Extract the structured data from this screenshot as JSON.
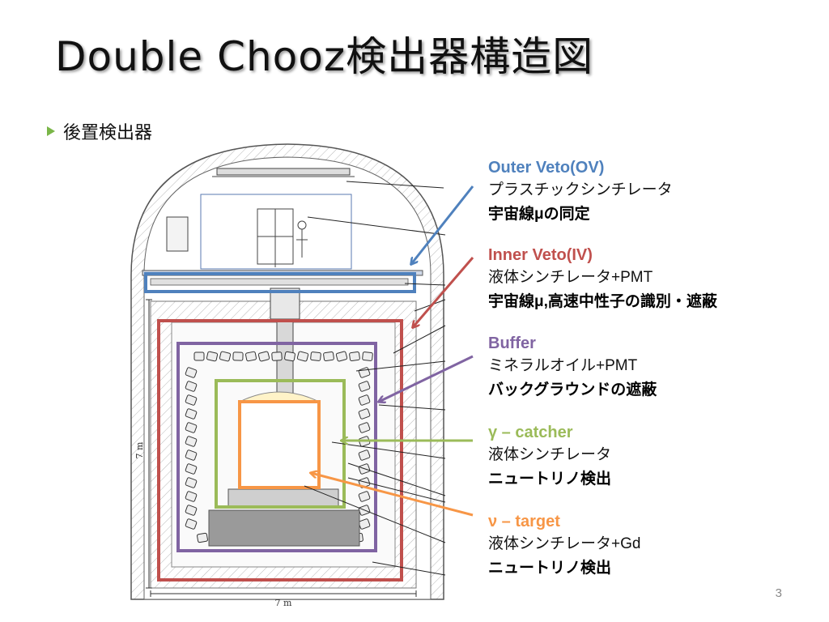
{
  "title": "Double Chooz検出器構造図",
  "bullet": "後置検出器",
  "page_number": "3",
  "dimensions": {
    "height_label": "7 m",
    "width_label": "7 m"
  },
  "colors": {
    "ov": "#4f81bd",
    "iv": "#c0504d",
    "buffer": "#8064a2",
    "gamma": "#9bbb59",
    "target": "#f79646",
    "bullet": "#7ab648"
  },
  "components": [
    {
      "key": "ov",
      "name": "Outer Veto(OV)",
      "material": "プラスチックシンチレータ",
      "role": "宇宙線μの同定",
      "color": "#4f81bd"
    },
    {
      "key": "iv",
      "name": "Inner Veto(IV)",
      "material": "液体シンチレータ+PMT",
      "role": "宇宙線μ,高速中性子の識別・遮蔽",
      "color": "#c0504d"
    },
    {
      "key": "buffer",
      "name": "Buffer",
      "material": "ミネラルオイル+PMT",
      "role": "バックグラウンドの遮蔽",
      "color": "#8064a2"
    },
    {
      "key": "gamma",
      "name": "γ – catcher",
      "material": "液体シンチレータ",
      "role": "ニュートリノ検出",
      "color": "#9bbb59"
    },
    {
      "key": "target",
      "name": "ν – target",
      "material": "液体シンチレータ+Gd",
      "role": "ニュートリノ検出",
      "color": "#f79646"
    }
  ]
}
